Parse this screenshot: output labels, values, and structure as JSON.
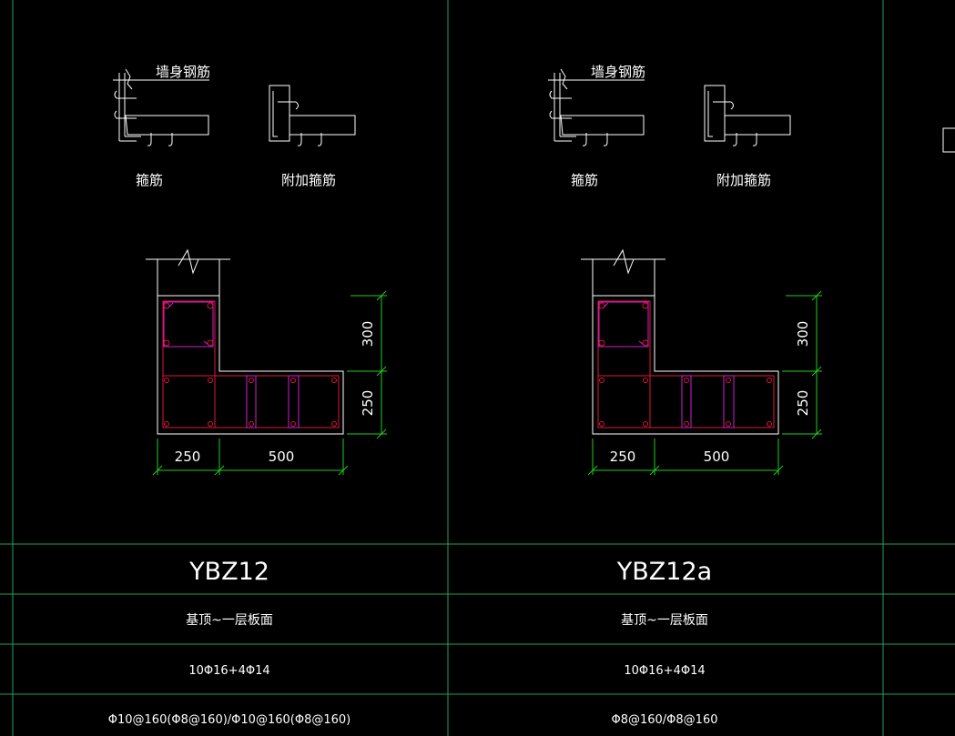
{
  "colors": {
    "background": "#000000",
    "grid_line": "#1fa060",
    "outline": "#ffffff",
    "rebar_red": "#e0143c",
    "tie_magenta": "#d020d0",
    "dimension": "#22cc22"
  },
  "details": [
    {
      "wall_rebar_label": "墙身钢筋",
      "stirrup_label": "箍筋",
      "extra_stirrup_label": "附加箍筋",
      "dim_vertical_top": "300",
      "dim_vertical_bottom": "250",
      "dim_horizontal_left": "250",
      "dim_horizontal_right": "500",
      "name": "YBZ12",
      "elevation": "基顶~一层板面",
      "longitudinal_bars": "10Φ16+4Φ14",
      "stirrups": "Φ10@160(Φ8@160)/Φ10@160(Φ8@160)"
    },
    {
      "wall_rebar_label": "墙身钢筋",
      "stirrup_label": "箍筋",
      "extra_stirrup_label": "附加箍筋",
      "dim_vertical_top": "300",
      "dim_vertical_bottom": "250",
      "dim_horizontal_left": "250",
      "dim_horizontal_right": "500",
      "name": "YBZ12a",
      "elevation": "基顶~一层板面",
      "longitudinal_bars": "10Φ16+4Φ14",
      "stirrups": "Φ8@160/Φ8@160"
    }
  ]
}
